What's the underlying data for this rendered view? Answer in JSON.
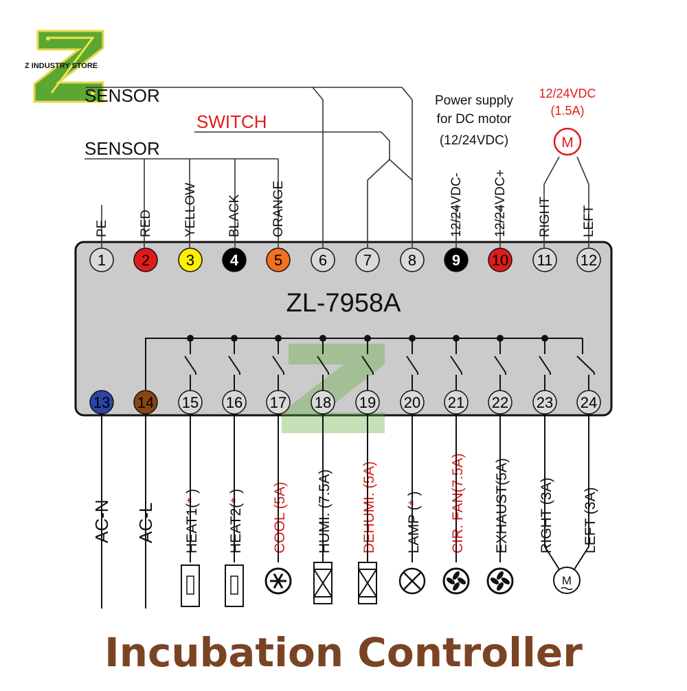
{
  "logo": {
    "text": "Z INDUSTRY STORE"
  },
  "device": {
    "model": "ZL-7958A"
  },
  "labels": {
    "sensor_top": "SENSOR",
    "sensor": "SENSOR",
    "switch": "SWITCH",
    "power_line1": "Power supply",
    "power_line2": "for DC motor",
    "power_line3": "(12/24VDC)",
    "motor_top_line1": "12/24VDC",
    "motor_top_line2": "(1.5A)",
    "motor_symbol": "M",
    "motor_bottom_symbol": "M"
  },
  "top_terminals": [
    {
      "num": "1",
      "label": "PE",
      "fill": "#d9d9d9",
      "text_color": "#000000"
    },
    {
      "num": "2",
      "label": "RED",
      "fill": "#e01b1b",
      "text_color": "#000000"
    },
    {
      "num": "3",
      "label": "YELLOW",
      "fill": "#ffef00",
      "text_color": "#000000"
    },
    {
      "num": "4",
      "label": "BLACK",
      "fill": "#000000",
      "text_color": "#ffffff"
    },
    {
      "num": "5",
      "label": "ORANGE",
      "fill": "#f36f21",
      "text_color": "#000000"
    },
    {
      "num": "6",
      "label": "",
      "fill": "#d9d9d9",
      "text_color": "#000000"
    },
    {
      "num": "7",
      "label": "",
      "fill": "#d9d9d9",
      "text_color": "#000000"
    },
    {
      "num": "8",
      "label": "",
      "fill": "#d9d9d9",
      "text_color": "#000000"
    },
    {
      "num": "9",
      "label": "12/24VDC-",
      "fill": "#000000",
      "text_color": "#ffffff"
    },
    {
      "num": "10",
      "label": "12/24VDC+",
      "fill": "#e01b1b",
      "text_color": "#000000"
    },
    {
      "num": "11",
      "label": "RIGHT",
      "fill": "#d9d9d9",
      "text_color": "#000000"
    },
    {
      "num": "12",
      "label": "LEFT",
      "fill": "#d9d9d9",
      "text_color": "#000000"
    }
  ],
  "bottom_terminals": [
    {
      "num": "13",
      "fill": "#2b44a8",
      "text_color": "#000000",
      "label": "AC-N",
      "suffix": "",
      "red": false,
      "device": "none"
    },
    {
      "num": "14",
      "fill": "#8b4513",
      "text_color": "#000000",
      "label": "AC-L",
      "suffix": "",
      "red": false,
      "device": "none"
    },
    {
      "num": "15",
      "fill": "#d9d9d9",
      "text_color": "#000000",
      "label": "HEAT1(",
      "suffix": "*",
      "close": " )",
      "red": false,
      "device": "heater"
    },
    {
      "num": "16",
      "fill": "#d9d9d9",
      "text_color": "#000000",
      "label": "HEAT2(",
      "suffix": "*",
      "close": " )",
      "red": false,
      "device": "heater"
    },
    {
      "num": "17",
      "fill": "#d9d9d9",
      "text_color": "#000000",
      "label": "COOL (5A)",
      "suffix": "",
      "red": true,
      "device": "snowflake"
    },
    {
      "num": "18",
      "fill": "#d9d9d9",
      "text_color": "#000000",
      "label": "HUMI. (7.5A)",
      "suffix": "",
      "red": false,
      "device": "valve"
    },
    {
      "num": "19",
      "fill": "#d9d9d9",
      "text_color": "#000000",
      "label": "DEHUMI. (5A)",
      "suffix": "",
      "red": true,
      "device": "valve"
    },
    {
      "num": "20",
      "fill": "#d9d9d9",
      "text_color": "#000000",
      "label": "LAMP (",
      "suffix": "*",
      "close": " )",
      "red": false,
      "device": "lamp"
    },
    {
      "num": "21",
      "fill": "#d9d9d9",
      "text_color": "#000000",
      "label": "CIR. FAN(7.5A)",
      "suffix": "",
      "red": true,
      "device": "fan"
    },
    {
      "num": "22",
      "fill": "#d9d9d9",
      "text_color": "#000000",
      "label": "EXHAUST(5A)",
      "suffix": "",
      "red": false,
      "device": "fan"
    },
    {
      "num": "23",
      "fill": "#d9d9d9",
      "text_color": "#000000",
      "label": "RIGHT (3A)",
      "suffix": "",
      "red": false,
      "device": "motor"
    },
    {
      "num": "24",
      "fill": "#d9d9d9",
      "text_color": "#000000",
      "label": "LEFT (3A)",
      "suffix": "",
      "red": false,
      "device": "motor"
    }
  ],
  "title": "Incubation Controller",
  "colors": {
    "box_fill": "#cbcbcb",
    "red_text": "#e01b1b",
    "caption": "#7a4424",
    "logo_green": "#5aa832",
    "logo_yellow": "#f2e14c"
  }
}
